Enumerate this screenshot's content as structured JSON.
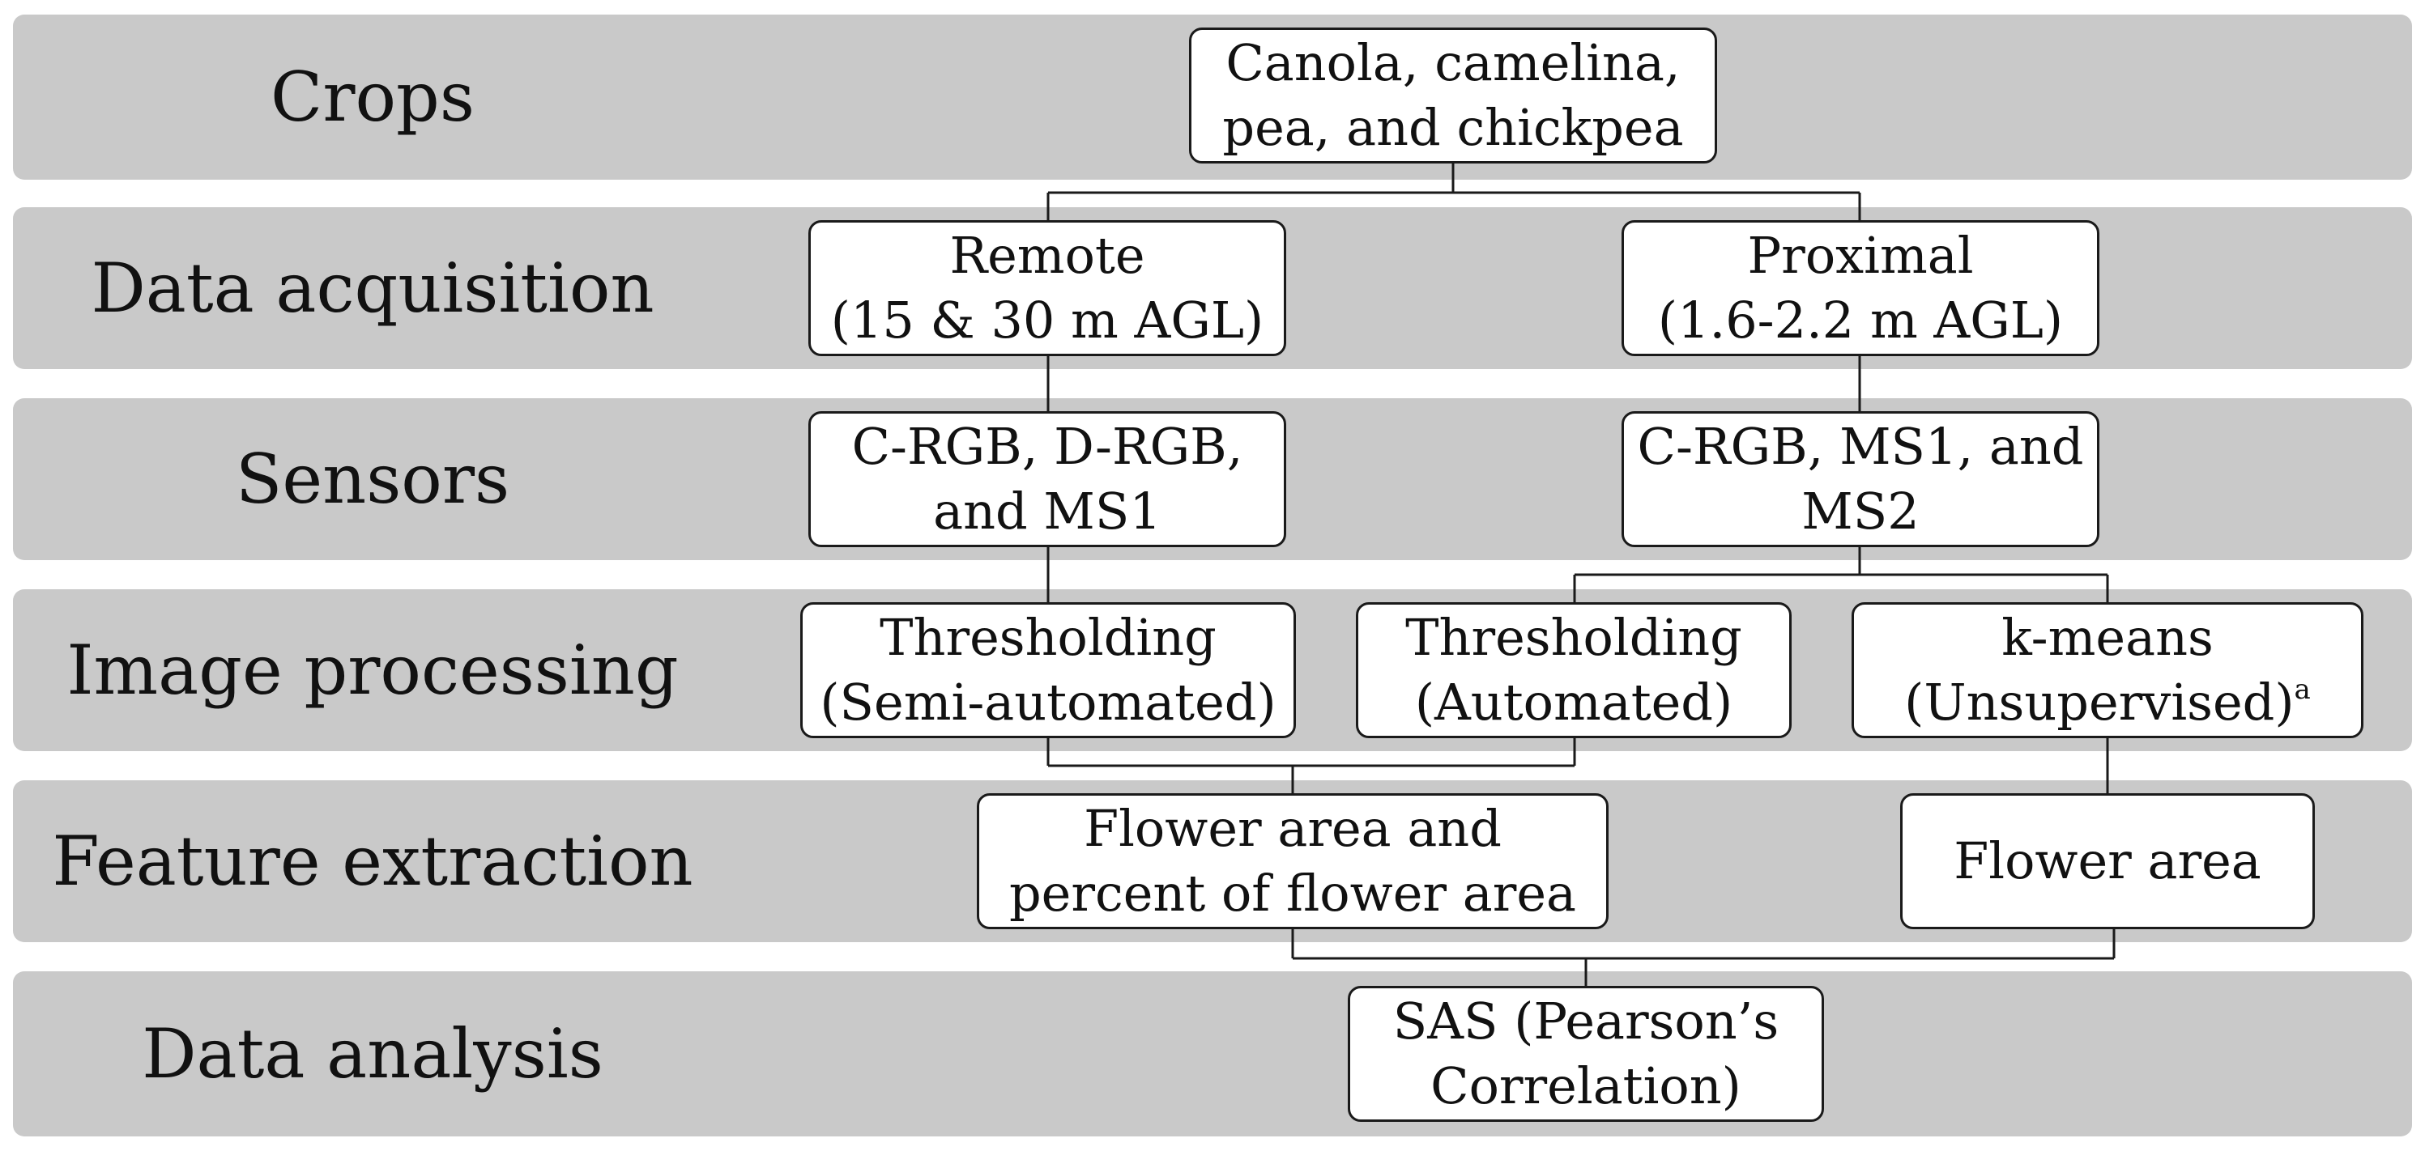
{
  "stages": [
    "Crops",
    "Data acquisition",
    "Sensors",
    "Image processing",
    "Feature extraction",
    "Data analysis"
  ],
  "nodes": {
    "crops": [
      "Canola, camelina,",
      "pea, and chickpea"
    ],
    "remote": [
      "Remote",
      "(15 & 30 m AGL)"
    ],
    "proximal": [
      "Proximal",
      "(1.6-2.2 m AGL)"
    ],
    "remote_sensors": [
      "C-RGB, D-RGB,",
      "and MS1"
    ],
    "proximal_sensors": [
      "C-RGB, MS1, and",
      "MS2"
    ],
    "threshold_semi": [
      "Thresholding",
      "(Semi-automated)"
    ],
    "threshold_auto": [
      "Thresholding",
      "(Automated)"
    ],
    "kmeans": [
      "k-means",
      "(Unsupervised)"
    ],
    "kmeans_note": "a",
    "flower_area_percent": [
      "Flower area and",
      "percent of flower area"
    ],
    "flower_area": [
      "Flower area"
    ],
    "sas": [
      "SAS (Pearson’s",
      "Correlation)"
    ]
  },
  "colors": {
    "band": "#c9c9c9",
    "box_fill": "#ffffff",
    "stroke": "#1a1a1a"
  }
}
